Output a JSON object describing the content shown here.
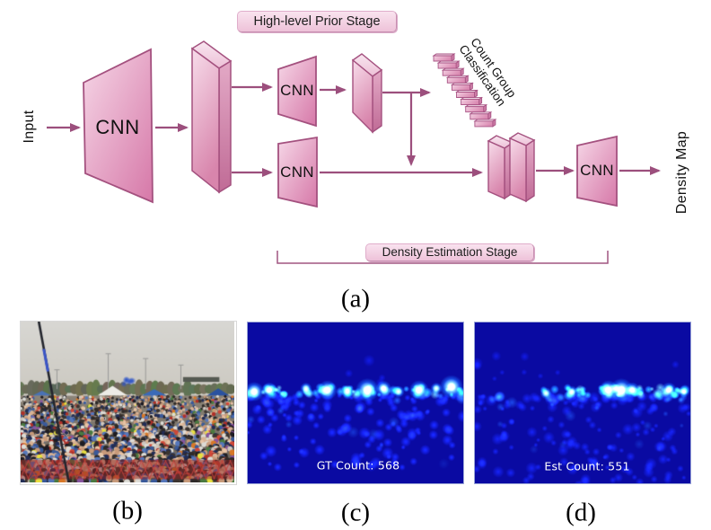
{
  "panel_a": {
    "caption": "(a)",
    "input_label": "Input",
    "density_map_label": "Density Map",
    "high_level_prior_stage": "High-level Prior Stage",
    "density_estimation_stage": "Density Estimation Stage",
    "count_group_line1": "Count Group",
    "count_group_line2": "Classification",
    "cnn_backbone": "CNN",
    "cnn_high_prior": "CNN",
    "cnn_density_branch": "CNN",
    "cnn_fusion": "CNN"
  },
  "panel_b": {
    "caption": "(b)"
  },
  "panel_c": {
    "caption": "(c)",
    "count_text": "GT Count: 568"
  },
  "panel_d": {
    "caption": "(d)",
    "count_text": "Est Count: 551"
  },
  "colors": {
    "accent_pink": "#d87fab",
    "diagram_line": "#9c4f7d",
    "shape_border": "#a4517f",
    "densitymap_bg": "#0a0aa2",
    "label_box_bg": "#f3cfe2"
  }
}
